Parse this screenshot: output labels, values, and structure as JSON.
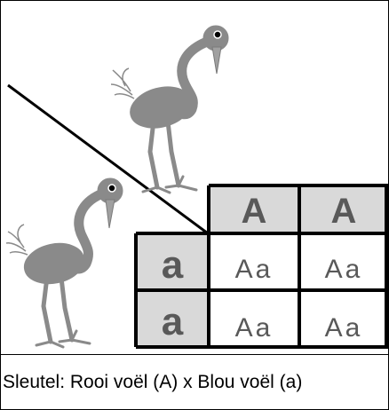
{
  "punnett": {
    "header_cols": [
      "A",
      "A"
    ],
    "header_rows": [
      "a",
      "a"
    ],
    "cells": [
      [
        "Aa",
        "Aa"
      ],
      [
        "Aa",
        "Aa"
      ]
    ]
  },
  "caption": "Sleutel:  Rooi voël (A) x Blou voël (a)",
  "colors": {
    "bird": "#8a8a8a",
    "header_fill": "#d9d9d9",
    "text_dark": "#595959",
    "line": "#000000"
  },
  "icons": {
    "top_bird": "red-bird-icon",
    "bottom_bird": "blue-bird-icon"
  }
}
